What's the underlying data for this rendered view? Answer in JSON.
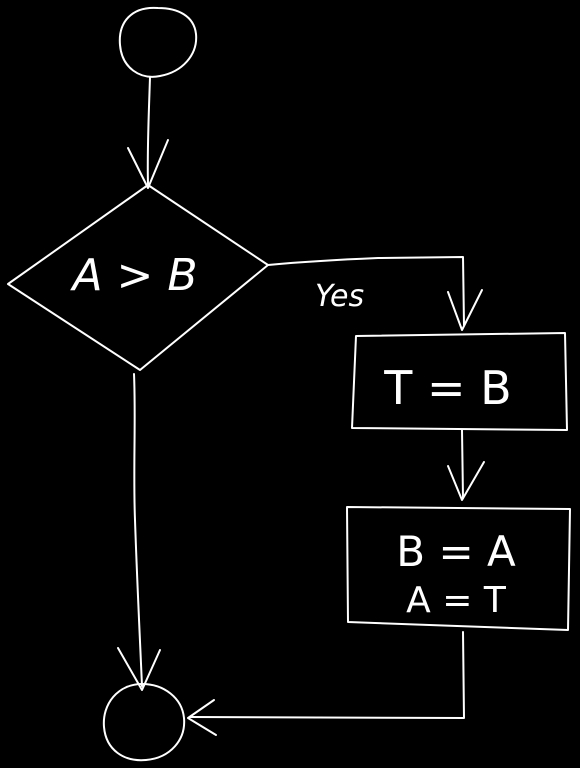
{
  "diagram": {
    "background": "#000000",
    "ink_color": "#ffffff",
    "decision": {
      "condition": "A > B"
    },
    "branch_yes_label": "Yes",
    "process_1": {
      "line": "T = B"
    },
    "process_2": {
      "line_1": "B = A",
      "line_2": "A = T"
    }
  }
}
